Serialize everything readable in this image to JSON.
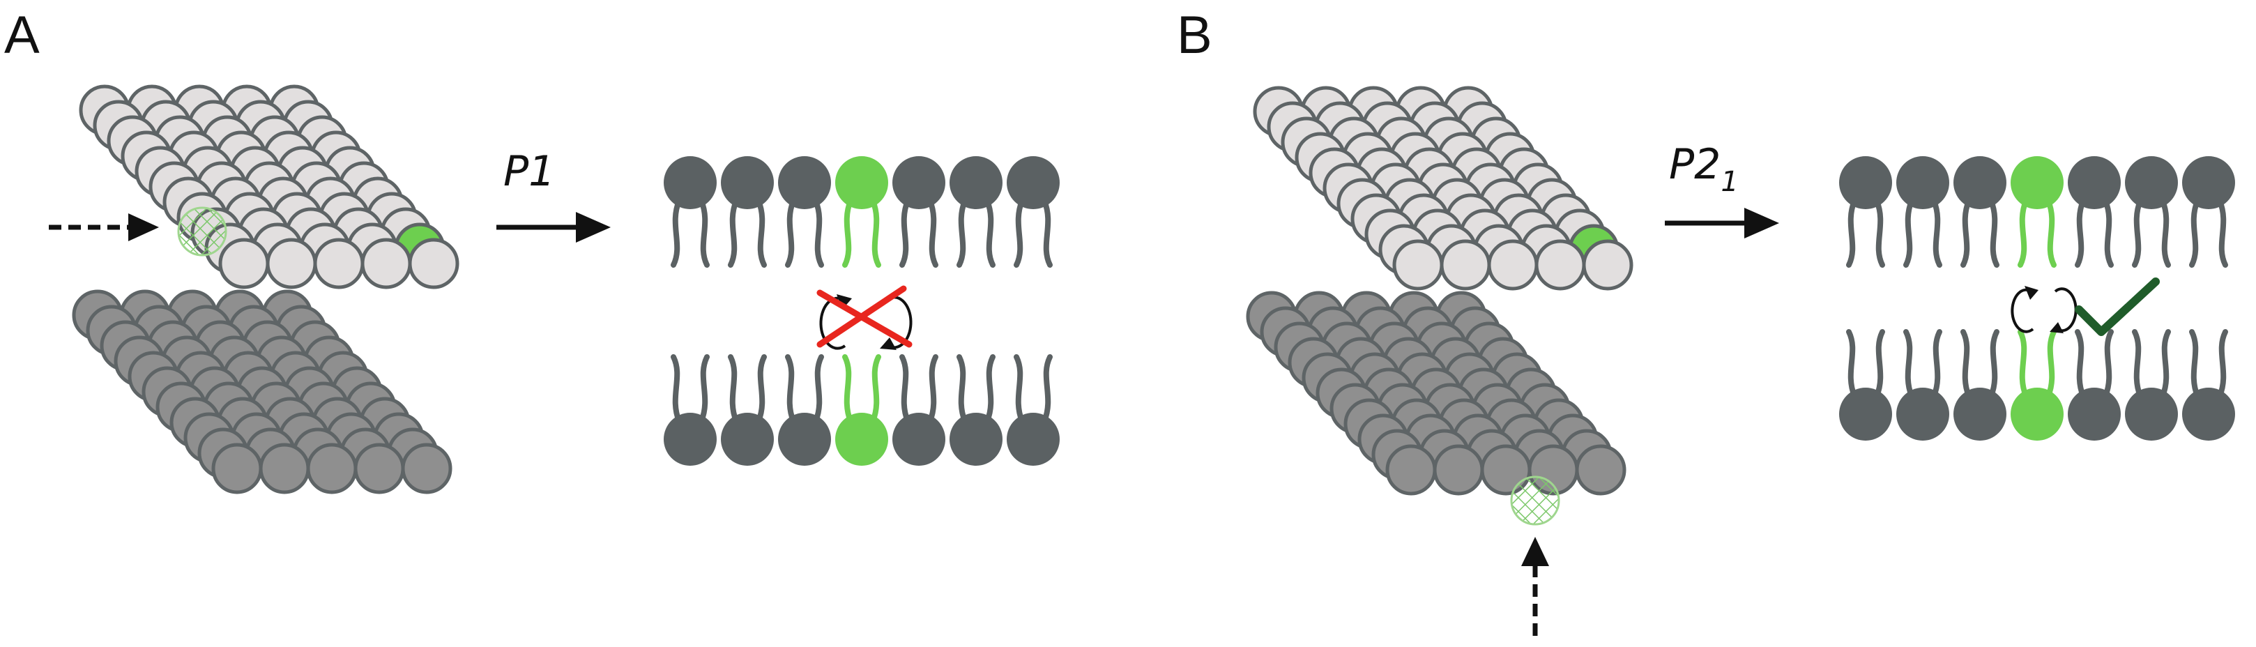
{
  "panels": [
    {
      "letter": "A",
      "operator": "P1",
      "operator_subscript": "",
      "outcome": "cross"
    },
    {
      "letter": "B",
      "operator": "P2",
      "operator_subscript": "1",
      "outcome": "check"
    }
  ],
  "colors": {
    "light_lipid_fill": "#e2dfdf",
    "dark_lipid_fill": "#8f8f8f",
    "sphere_outline": "#5e6466",
    "headgroup": "#5b6163",
    "highlight_green": "#6dcf4f",
    "cross_red": "#e8261e",
    "check_green": "#1f5c2a",
    "arrow": "#111111"
  },
  "icons": [
    "dashed-arrow-icon",
    "reaction-arrow-icon",
    "rotation-arrows-icon",
    "red-cross-icon",
    "green-check-icon",
    "hatched-lipid-icon"
  ]
}
